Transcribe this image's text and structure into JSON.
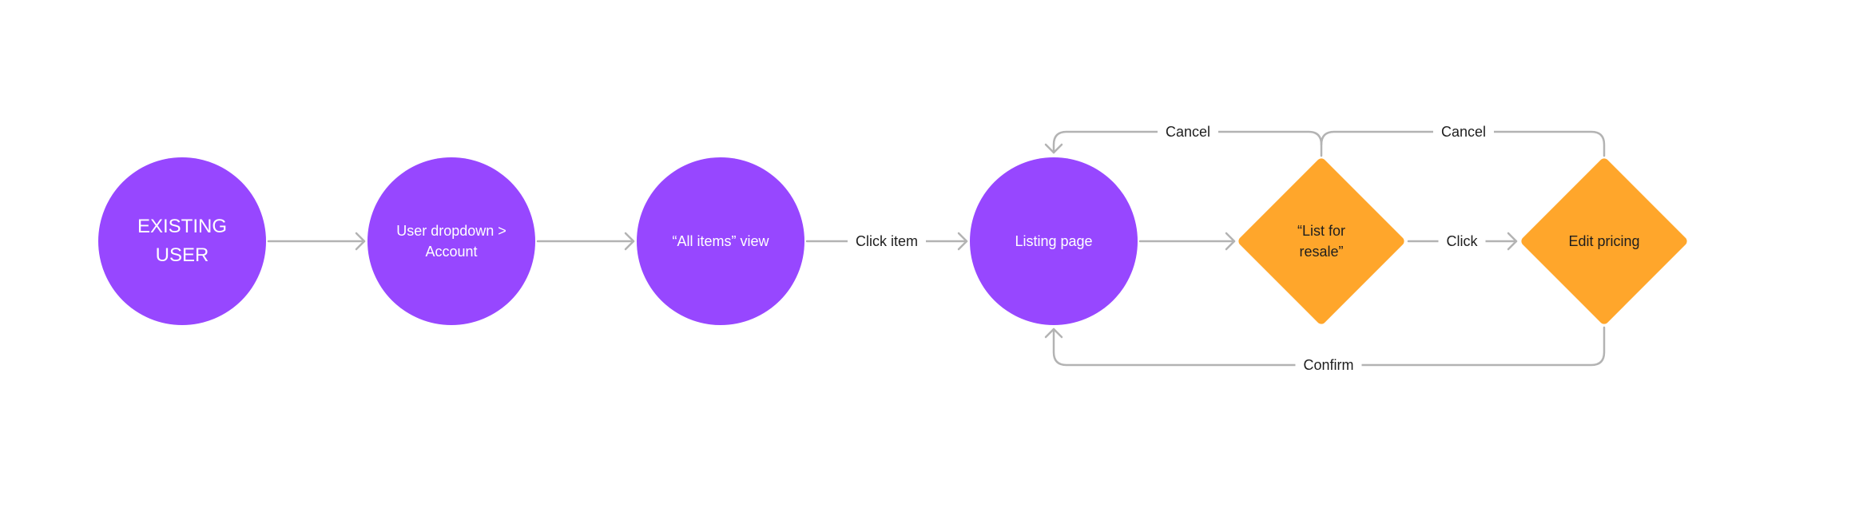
{
  "colors": {
    "process_fill": "#9747FF",
    "decision_fill": "#FFA62B",
    "connector": "#B3B3B3",
    "text_dark": "#1E1E1E",
    "text_light": "#FFFFFF"
  },
  "nodes": {
    "existing_user": {
      "line1": "EXISTING",
      "line2": "USER"
    },
    "user_dropdown": {
      "line1": "User dropdown >",
      "line2": "Account"
    },
    "all_items": {
      "label": "“All items” view"
    },
    "listing_page": {
      "label": "Listing page"
    },
    "list_for_resale": {
      "line1": "“List for",
      "line2": "resale”"
    },
    "edit_pricing": {
      "label": "Edit pricing"
    }
  },
  "edges": {
    "click_item": "Click item",
    "click": "Click",
    "cancel_left": "Cancel",
    "cancel_right": "Cancel",
    "confirm": "Confirm"
  }
}
